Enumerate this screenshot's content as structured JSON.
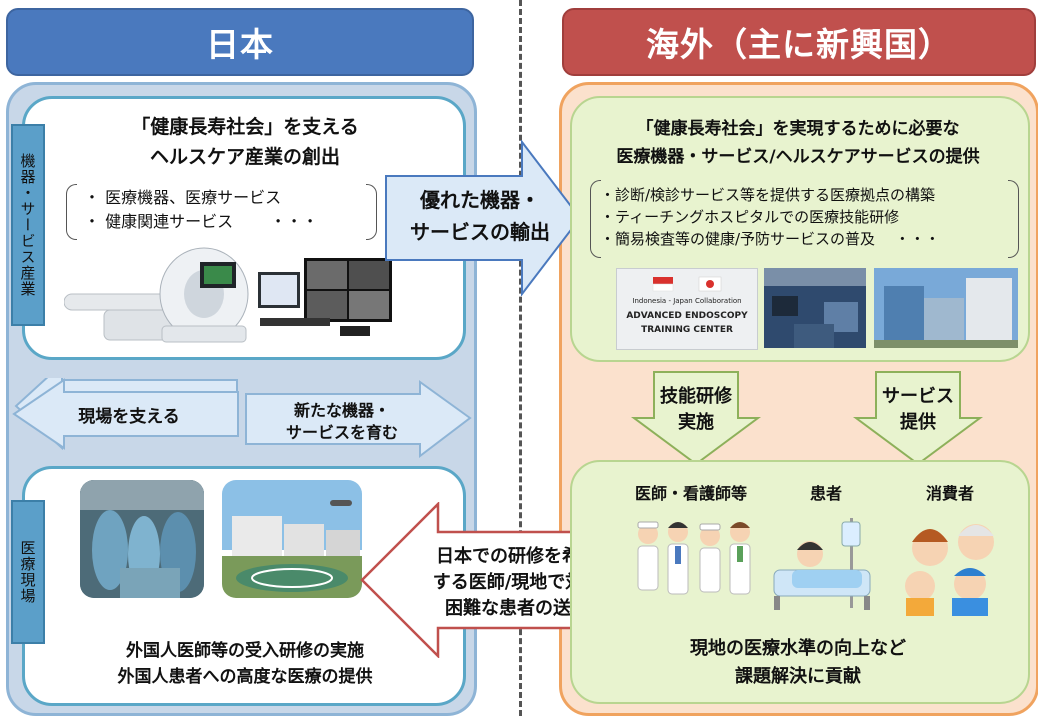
{
  "headers": {
    "japan": "日本",
    "overseas": "海外（主に新興国）"
  },
  "japan": {
    "industry_label": "機器・サービス産業",
    "field_label": "医療現場",
    "industry_box": {
      "title_line1": "「健康長寿社会」を支える",
      "title_line2": "ヘルスケア産業の創出",
      "bullets": [
        "・ 医療機器、医療サービス",
        "・ 健康関連サービス　　 ・・・"
      ]
    },
    "arrow_down": "現場を支える",
    "arrow_up_line1": "新たな機器・",
    "arrow_up_line2": "サービスを育む",
    "field_box": {
      "line1": "外国人医師等の受入研修の実施",
      "line2": "外国人患者への高度な医療の提供"
    }
  },
  "export_arrow": {
    "line1": "優れた機器・",
    "line2": "サービスの輸出"
  },
  "return_arrow": {
    "line1": "日本での研修を希望",
    "line2": "する医師/現地で対応",
    "line3": "困難な患者の送出"
  },
  "overseas": {
    "top_box": {
      "title_line1": "「健康長寿社会」を実現するために必要な",
      "title_line2": "医療機器・サービス/ヘルスケアサービスの提供",
      "bullets": [
        "・診断/検診サービス等を提供する医療拠点の構築",
        "・ティーチングホスピタルでの医療技能研修",
        "・簡易検査等の健康/予防サービスの普及　 ・・・"
      ],
      "sign_line1": "Indonesia - Japan Collaboration",
      "sign_line2": "ADVANCED ENDOSCOPY",
      "sign_line3": "TRAINING CENTER"
    },
    "arrow_left_line1": "技能研修",
    "arrow_left_line2": "実施",
    "arrow_right_line1": "サービス",
    "arrow_right_line2": "提供",
    "bottom_box": {
      "label_doctors": "医師・看護師等",
      "label_patients": "患者",
      "label_consumers": "消費者",
      "line1": "現地の医療水準の向上など",
      "line2": "課題解決に貢献"
    }
  },
  "colors": {
    "japan_header": "#4a79be",
    "overseas_header": "#c0504d",
    "export_arrow": "#dbe9f7",
    "return_arrow_border": "#c0504d"
  }
}
